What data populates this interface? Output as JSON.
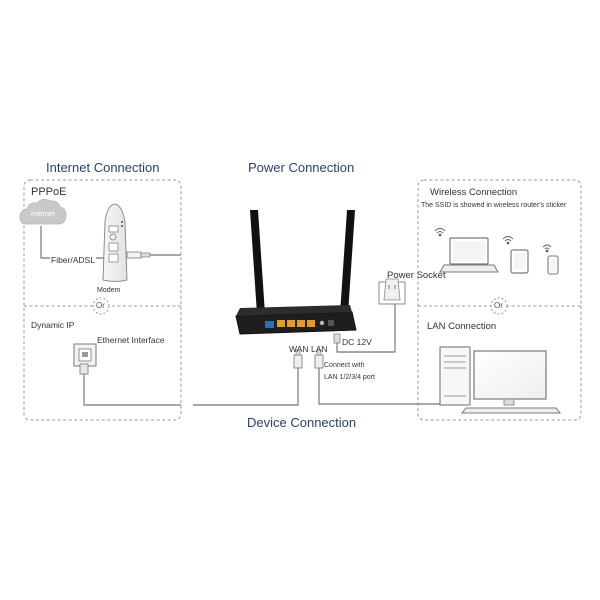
{
  "headings": {
    "internet": "Internet Connection",
    "power": "Power Connection",
    "device": "Device Connection"
  },
  "internet_panel": {
    "pppoe": "PPPoE",
    "cloud": "Internet",
    "fiber": "Fiber/ADSL",
    "modem": "Modem",
    "or": "Or",
    "dynamic_ip": "Dynamic IP",
    "ethernet": "Ethernet Interface"
  },
  "right_panel": {
    "wireless_title": "Wireless Connection",
    "ssid_note": "The SSID is showed in wireless router's sticker",
    "or": "Or",
    "lan_title": "LAN Connection"
  },
  "router": {
    "power_socket": "Power Socket",
    "dc": "DC 12V",
    "wan": "WAN",
    "lan": "LAN",
    "connect_with": "Connect with",
    "lan_ports": "LAN 1/2/3/4 port"
  },
  "colors": {
    "heading": "#2e3f6e",
    "dash": "#9a9a9a",
    "cable": "#8c8c8c",
    "router_body": "#1e1e1e",
    "wan_port": "#2f6fb5",
    "lan_port": "#e89a1f"
  }
}
